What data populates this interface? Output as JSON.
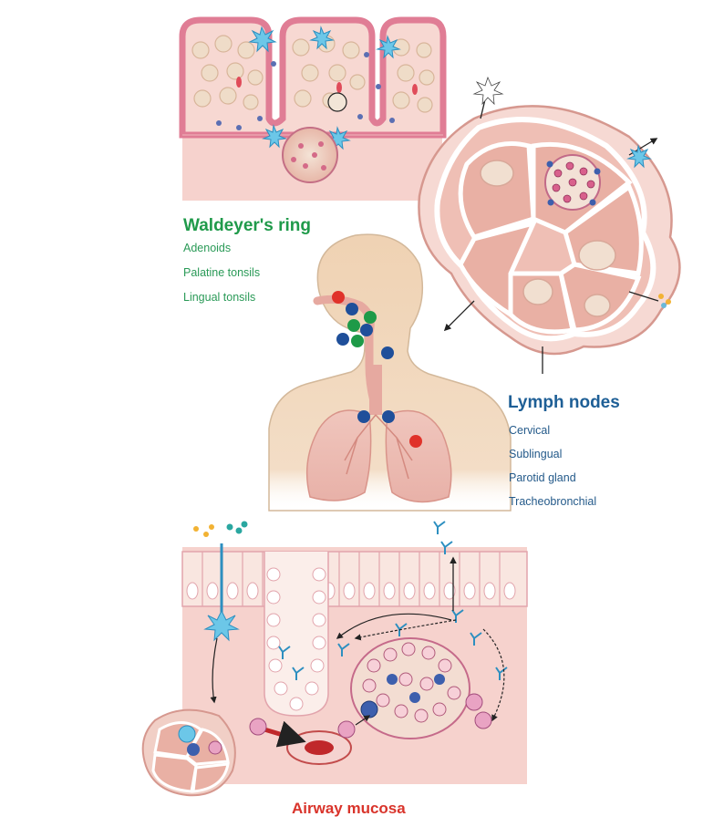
{
  "waldeyer": {
    "title": "Waldeyer's ring",
    "items": [
      "Adenoids",
      "Palatine tonsils",
      "Lingual tonsils"
    ]
  },
  "lymph_nodes": {
    "title": "Lymph nodes",
    "items": [
      "Cervical",
      "Sublingual",
      "Parotid gland",
      "Tracheobronchial"
    ]
  },
  "airway": {
    "title": "Airway mucosa"
  },
  "colors": {
    "tissue_pink": "#f6d2cd",
    "epithelium_pink": "#e89aa8",
    "skin": "#f1d6b8",
    "green_dot": "#1e9a48",
    "blue_dot": "#1f4f9a",
    "red_dot": "#e0322a",
    "green_text": "#1f9a4a",
    "blue_text": "#1e5f96",
    "red_text": "#d9342b"
  }
}
